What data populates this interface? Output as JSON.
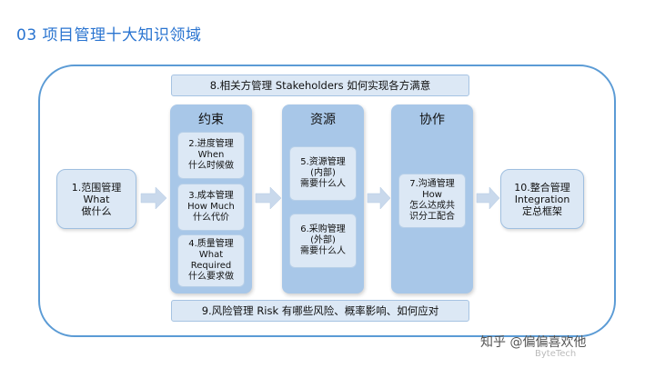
{
  "title": "03 项目管理十大知识领域",
  "top_band": "8.相关方管理 Stakeholders 如何实现各方满意",
  "bottom_band": "9.风险管理 Risk 有哪些风险、概率影响、如何应对",
  "left_box": [
    "1.范围管理",
    "What",
    "做什么"
  ],
  "right_box": [
    "10.整合管理",
    "Integration",
    "定总框架"
  ],
  "columns": [
    {
      "title": "约束",
      "cards": [
        [
          "2.进度管理",
          "When",
          "什么时候做"
        ],
        [
          "3.成本管理",
          "How Much",
          "什么代价"
        ],
        [
          "4.质量管理",
          "What",
          "Required",
          "什么要求做"
        ]
      ]
    },
    {
      "title": "资源",
      "cards": [
        [
          "5.资源管理",
          "(内部)",
          "需要什么人"
        ],
        [
          "6.采购管理",
          "(外部)",
          "需要什么人"
        ]
      ]
    },
    {
      "title": "协作",
      "cards": [
        [
          "7.沟通管理",
          "How",
          "怎么达成共",
          "识分工配合"
        ]
      ]
    }
  ],
  "watermark": "知乎 @偏偏喜欢他",
  "watermark_sub": "ByteTech",
  "colors": {
    "title": "#2a74d0",
    "border": "#5b9bd5",
    "column": "#a8c7e8",
    "card": "#dce8f5",
    "arrow": "#c9d9ec"
  }
}
